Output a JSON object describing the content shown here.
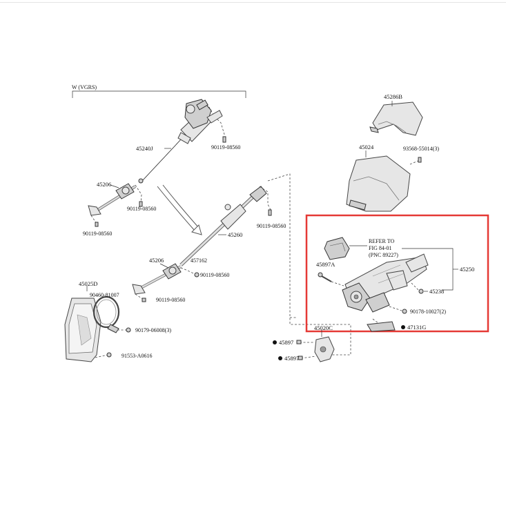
{
  "variant_label": "W (VGRS)",
  "highlight_color": "#e53935",
  "parts": {
    "p45286B": "45286B",
    "p45024": "45024",
    "p93568": "93568-55014(3)",
    "p45240J": "45240J",
    "p90119_a": "90119-08560",
    "p45206_a": "45206",
    "p90119_b": "90119-08560",
    "p90119_c": "90119-08560",
    "p45260": "45260",
    "p90119_d": "90119-08560",
    "p45206_b": "45206",
    "p457162": "457162",
    "p90119_e": "90119-08560",
    "p90119_f": "90119-08560",
    "p45025D": "45025D",
    "p90460": "90460-81007",
    "p90179": "90179-06008(3)",
    "p91553": "91553-A0616",
    "p45250": "45250",
    "p45897A": "45897A",
    "p45238": "45238",
    "p90178": "90178-10027(2)",
    "p47131G": "47131G",
    "p45020C": "45020C",
    "p45897_a": "45897",
    "p45897_b": "45897"
  },
  "refer": {
    "line1": "REFER TO",
    "line2": "FIG 84-01",
    "line3": "(PNC 89227)"
  }
}
